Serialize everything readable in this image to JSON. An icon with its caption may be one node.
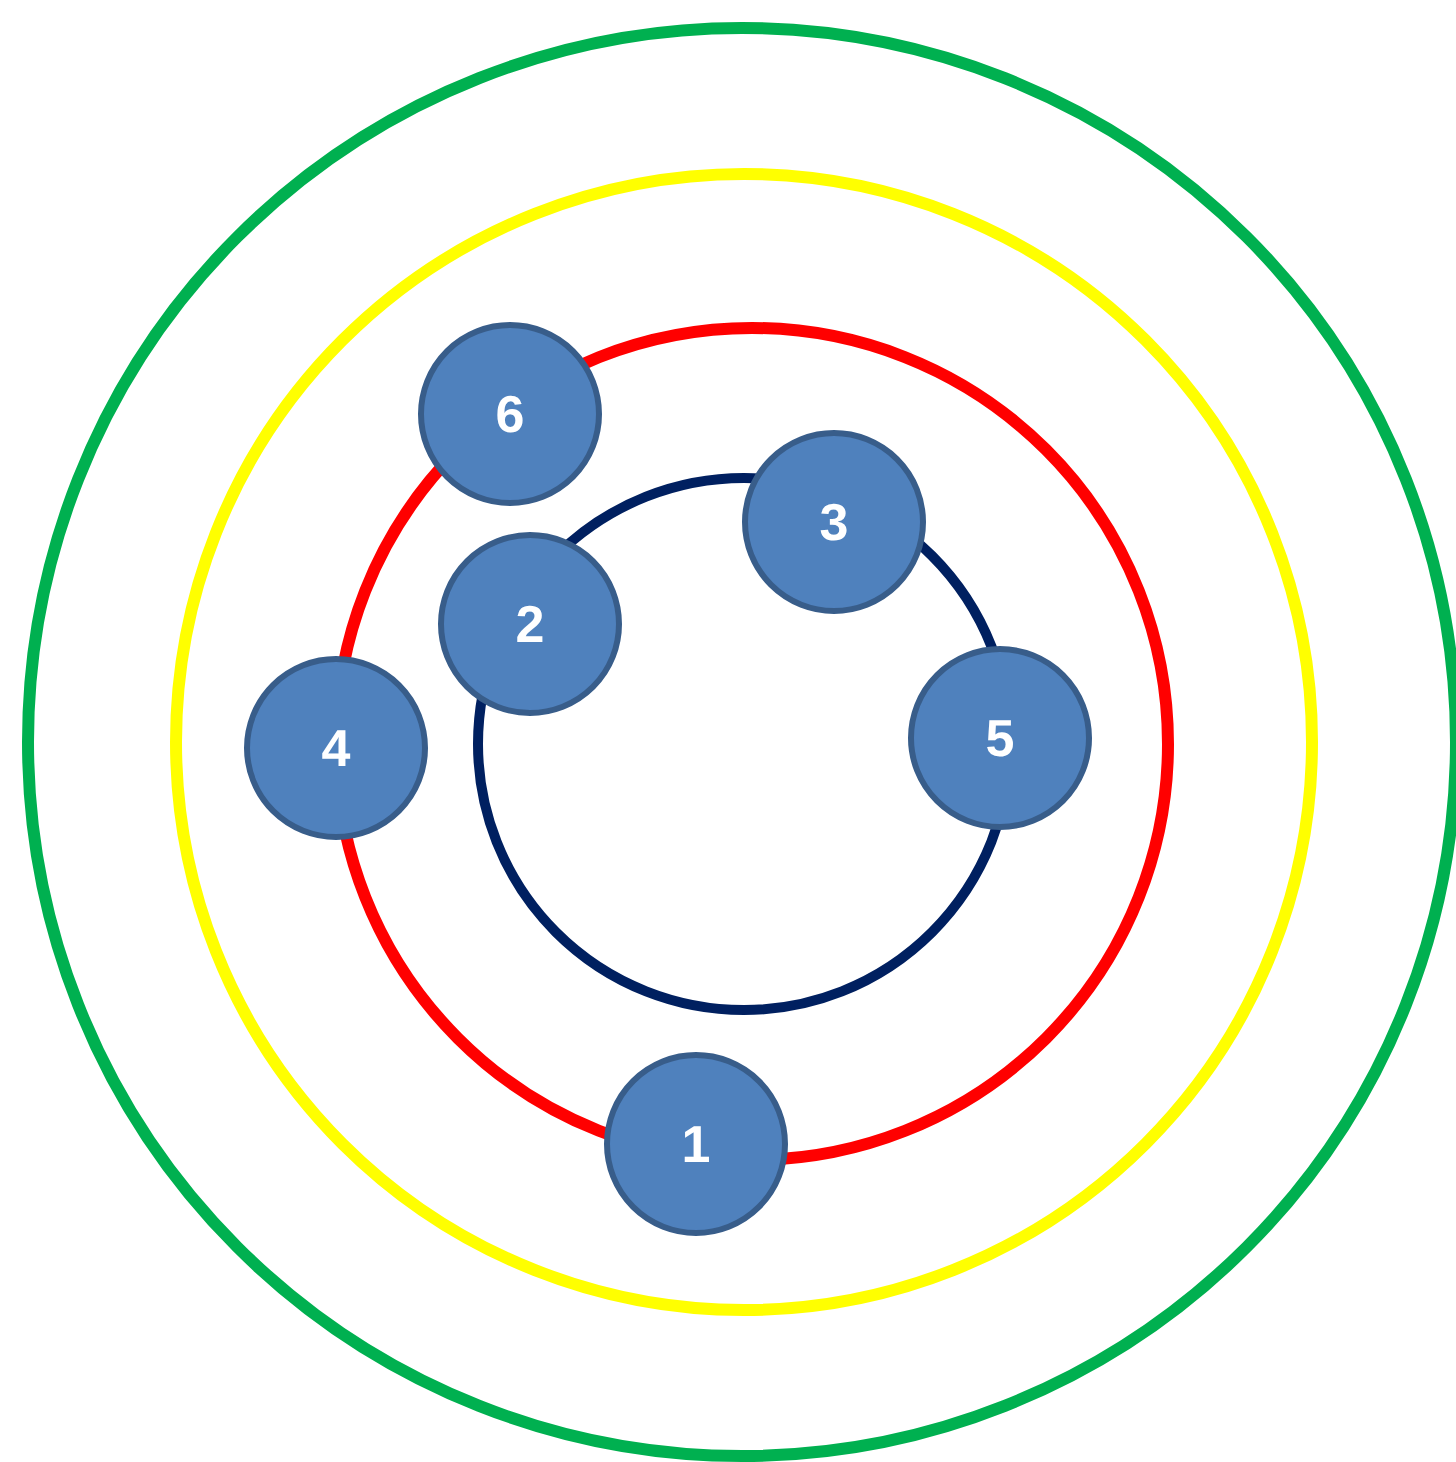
{
  "diagram": {
    "nodes": [
      {
        "text": [
          "6"
        ]
      },
      {
        "text": [
          "3"
        ]
      },
      {
        "text": [
          "2"
        ]
      },
      {
        "text": [
          "4"
        ]
      },
      {
        "text": [
          "5"
        ]
      },
      {
        "text": [
          "1"
        ]
      }
    ],
    "edges": []
  }
}
